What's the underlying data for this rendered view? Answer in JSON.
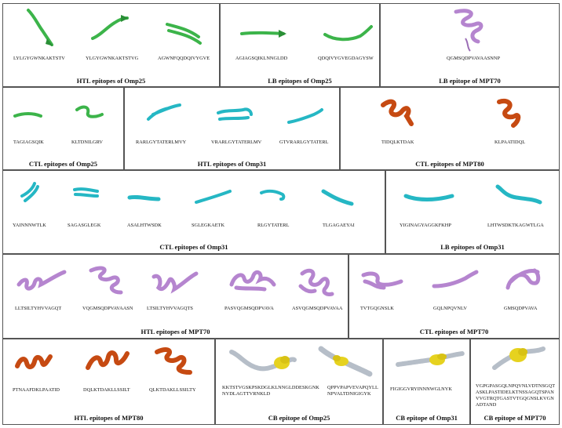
{
  "colors": {
    "green": "#3cb44a",
    "cyan": "#25b7c4",
    "violet": "#b585cf",
    "orange": "#c64a12",
    "cb_gray": "#b6bec8",
    "cb_yellow": "#e6d21f"
  },
  "panels": [
    {
      "title": "HTL epitopes of Omp25",
      "peptides": [
        "LYLGYGWNKAKTSTV",
        "YLGYGWNKAKTSTVG",
        "AGWNFQQDQIVYGVE"
      ]
    },
    {
      "title": "LB epitopes of Omp25",
      "peptides": [
        "AGIAGSQIKLNNGLDD",
        "QDQIVYGVEGDAGYSW"
      ]
    },
    {
      "title": "LB epitope of MPT70",
      "peptides": [
        "QGMSQDPVAVAASNNP"
      ]
    },
    {
      "title": "CTL epitopes of Omp25",
      "peptides": [
        "TAGIAGSQIK",
        "KLTDNILGRV"
      ]
    },
    {
      "title": "HTL epitopes of Omp31",
      "peptides": [
        "RARLGYTATERLMVY",
        "VRARLGYTATERLMV",
        "GTVRARLGYTATERL"
      ]
    },
    {
      "title": "CTL epitopes of MPT80",
      "peptides": [
        "TIDQLKTDAK",
        "KLPAATIDQL"
      ]
    },
    {
      "title": "CTL epitopes of Omp31",
      "peptides": [
        "YAINNNWTLK",
        "SAGASGLEGK",
        "ASALHTWSDK",
        "SGLEGKAETK",
        "RLGYTATERL",
        "TLGAGAEYAI"
      ]
    },
    {
      "title": "LB epitopes of Omp31",
      "peptides": [
        "YIGINAGYAGGKFKHP",
        "LHTWSDKTKAGWTLGA"
      ]
    },
    {
      "title": "HTL epitopes of MPT70",
      "peptides": [
        "LLTSILTYHVVAGQT",
        "VQGMSQDPVAVAASN",
        "LTSILTYHVVAGQTS",
        "PASVQGMSQDPVAVA",
        "ASVQGMSQDPVAVAA"
      ]
    },
    {
      "title": "CTL epitopes of MPT70",
      "peptides": [
        "TVTGQGNSLK",
        "GQLNPQVNLV",
        "GMSQDPVAVA"
      ]
    },
    {
      "title": "HTL epitopes of MPT80",
      "peptides": [
        "PTNAAFDKLPAATID",
        "DQLKTDAKLLSSILT",
        "QLKTDAKLLSSILTY"
      ]
    },
    {
      "title": "CB epitope of Omp25",
      "peptides": [
        "KKTSTVGSKPSKDGLKLNNGLDDESKGNKNYDLAGTTVRNKLD",
        "QPPVPAPVEVAPQYLLNPVALTDNIGIGYK"
      ]
    },
    {
      "title": "CB epitope of Omp31",
      "peptides": [
        "FIGIGGVRYINNNWGLNYK"
      ]
    },
    {
      "title": "CB epitope of MPT70",
      "peptides": [
        "VGPGPASGQLNPQVNLVDTNSGQTASKLPASTIDELKTNSSAGQTSPANVVGTRQTGASTVTGQGNSLKVGNADTAND"
      ]
    }
  ]
}
